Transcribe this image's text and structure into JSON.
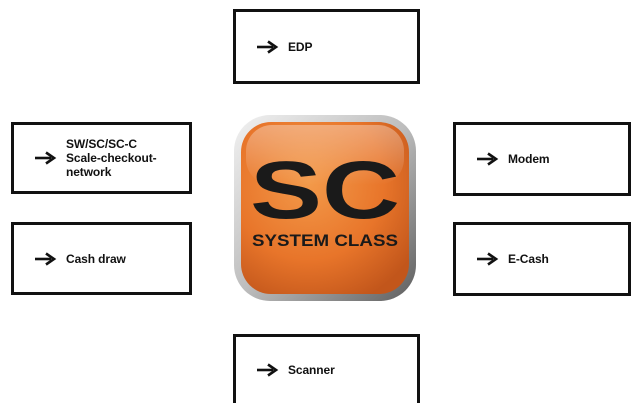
{
  "nodes": {
    "edp": {
      "label": "EDP"
    },
    "sw": {
      "lines": [
        "SW/SC/SC-C",
        "Scale-checkout-",
        "network"
      ]
    },
    "modem": {
      "label": "Modem"
    },
    "cash_draw": {
      "label": "Cash draw"
    },
    "ecash": {
      "label": "E-Cash"
    },
    "scanner": {
      "label": "Scanner"
    }
  },
  "logo": {
    "big_text": "SC",
    "sub_text": "SYSTEM CLASS",
    "colors": {
      "orange": "#e8752a",
      "dark": "#1a1a1a",
      "bevel": "#c9c9c9"
    }
  },
  "icons": {
    "arrow": "right-arrow-icon"
  }
}
